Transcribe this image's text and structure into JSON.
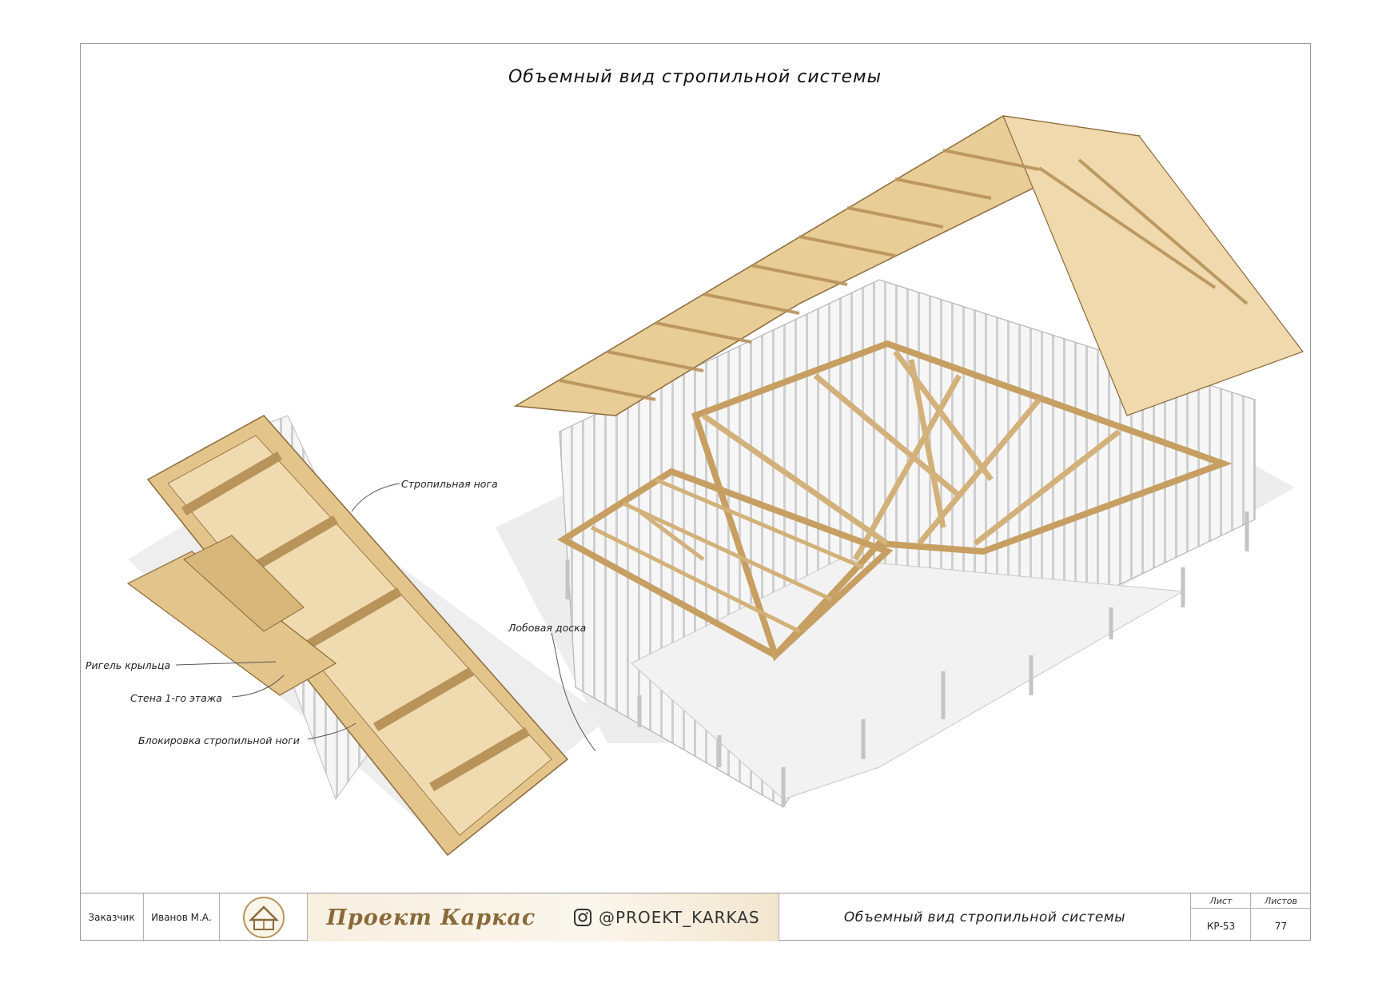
{
  "sheet_title": "Объемный вид стропильной системы",
  "callouts": {
    "rafter": "Стропильная нога",
    "fascia": "Лобовая доска",
    "porch_beam": "Ригель крыльца",
    "wall": "Стена 1-го этажа",
    "rafter_block": "Блокировка стропильной ноги"
  },
  "title_block": {
    "customer_label": "Заказчик",
    "customer_name": "Иванов М.А.",
    "brand_name": "Проект Каркас",
    "instagram": "@PROEKT_KARKAS",
    "sheet_name": "Объемный вид стропильной системы",
    "sheet_label": "Лист",
    "sheets_label": "Листов",
    "sheet_code": "КР-53",
    "sheets_total": "77"
  },
  "colors": {
    "timber": "#e3c48a",
    "timber_dark": "#b8935a",
    "frame_grey": "#d9d9d9",
    "shadow": "#ececec"
  }
}
